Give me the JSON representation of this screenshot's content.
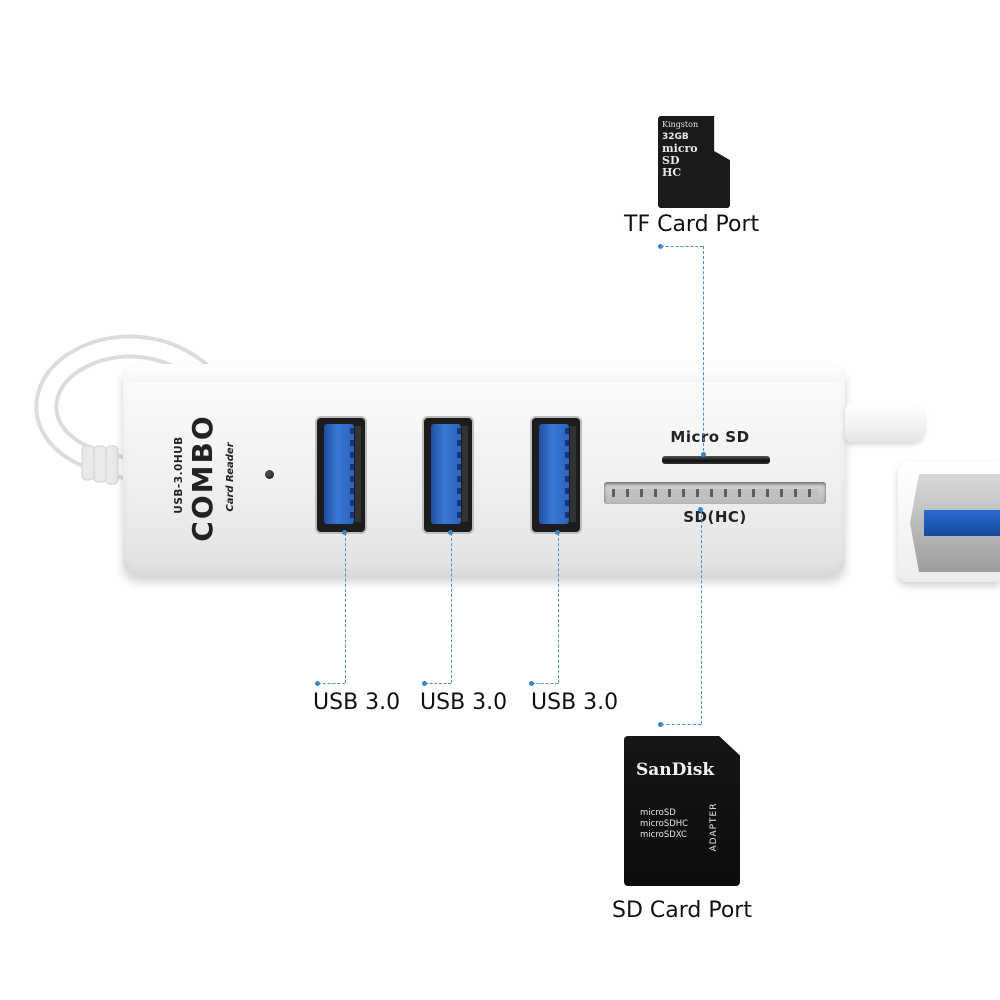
{
  "hub": {
    "model_label": "USB-3.0HUB",
    "brand": "COMBO",
    "subtitle": "Card Reader",
    "micro_sd_label": "Micro SD",
    "sd_label": "SD(HC)"
  },
  "callouts": {
    "tf_card_port": "TF Card Port",
    "usb_port_1": "USB 3.0",
    "usb_port_2": "USB 3.0",
    "usb_port_3": "USB 3.0",
    "sd_card_port": "SD Card Port"
  },
  "microsd_card": {
    "brand": "Kingston",
    "capacity": "32GB",
    "logo_lines": [
      "micro",
      "SD",
      "HC"
    ]
  },
  "sd_adapter": {
    "brand": "SanDisk",
    "lines": [
      "microSD",
      "microSDHC",
      "microSDXC"
    ],
    "side_text": "ADAPTER"
  },
  "colors": {
    "leader_line": "#4a90c9",
    "usb_blue": "#2a62b8",
    "hub_white": "#f2f2f2"
  }
}
